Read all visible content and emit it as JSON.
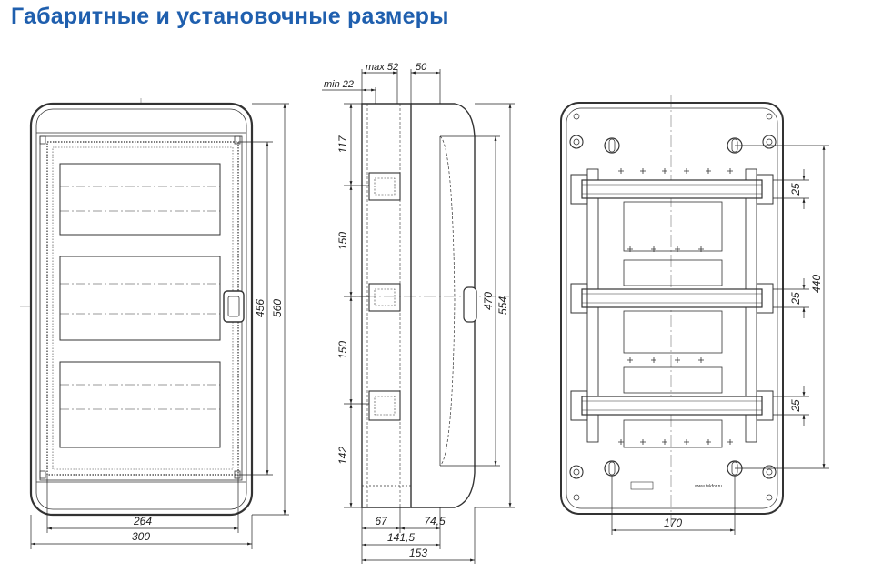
{
  "title": "Габаритные и установочные размеры",
  "front_view": {
    "width_overall": "300",
    "width_inner": "264",
    "height_inner": "456",
    "height_overall": "560"
  },
  "side_view": {
    "depth_max": "max 52",
    "depth_50": "50",
    "depth_min": "min 22",
    "pitch_top": "117",
    "pitch_1": "150",
    "pitch_2": "150",
    "pitch_bottom": "142",
    "height_470": "470",
    "height_554": "554",
    "depth_67": "67",
    "depth_745": "74,5",
    "depth_1415": "141,5",
    "depth_153": "153"
  },
  "back_view": {
    "rail_gap_1": "25",
    "rail_gap_2": "25",
    "rail_gap_3": "25",
    "mount_height": "440",
    "mount_width": "170",
    "site_label": "www.tekfor.ru"
  }
}
